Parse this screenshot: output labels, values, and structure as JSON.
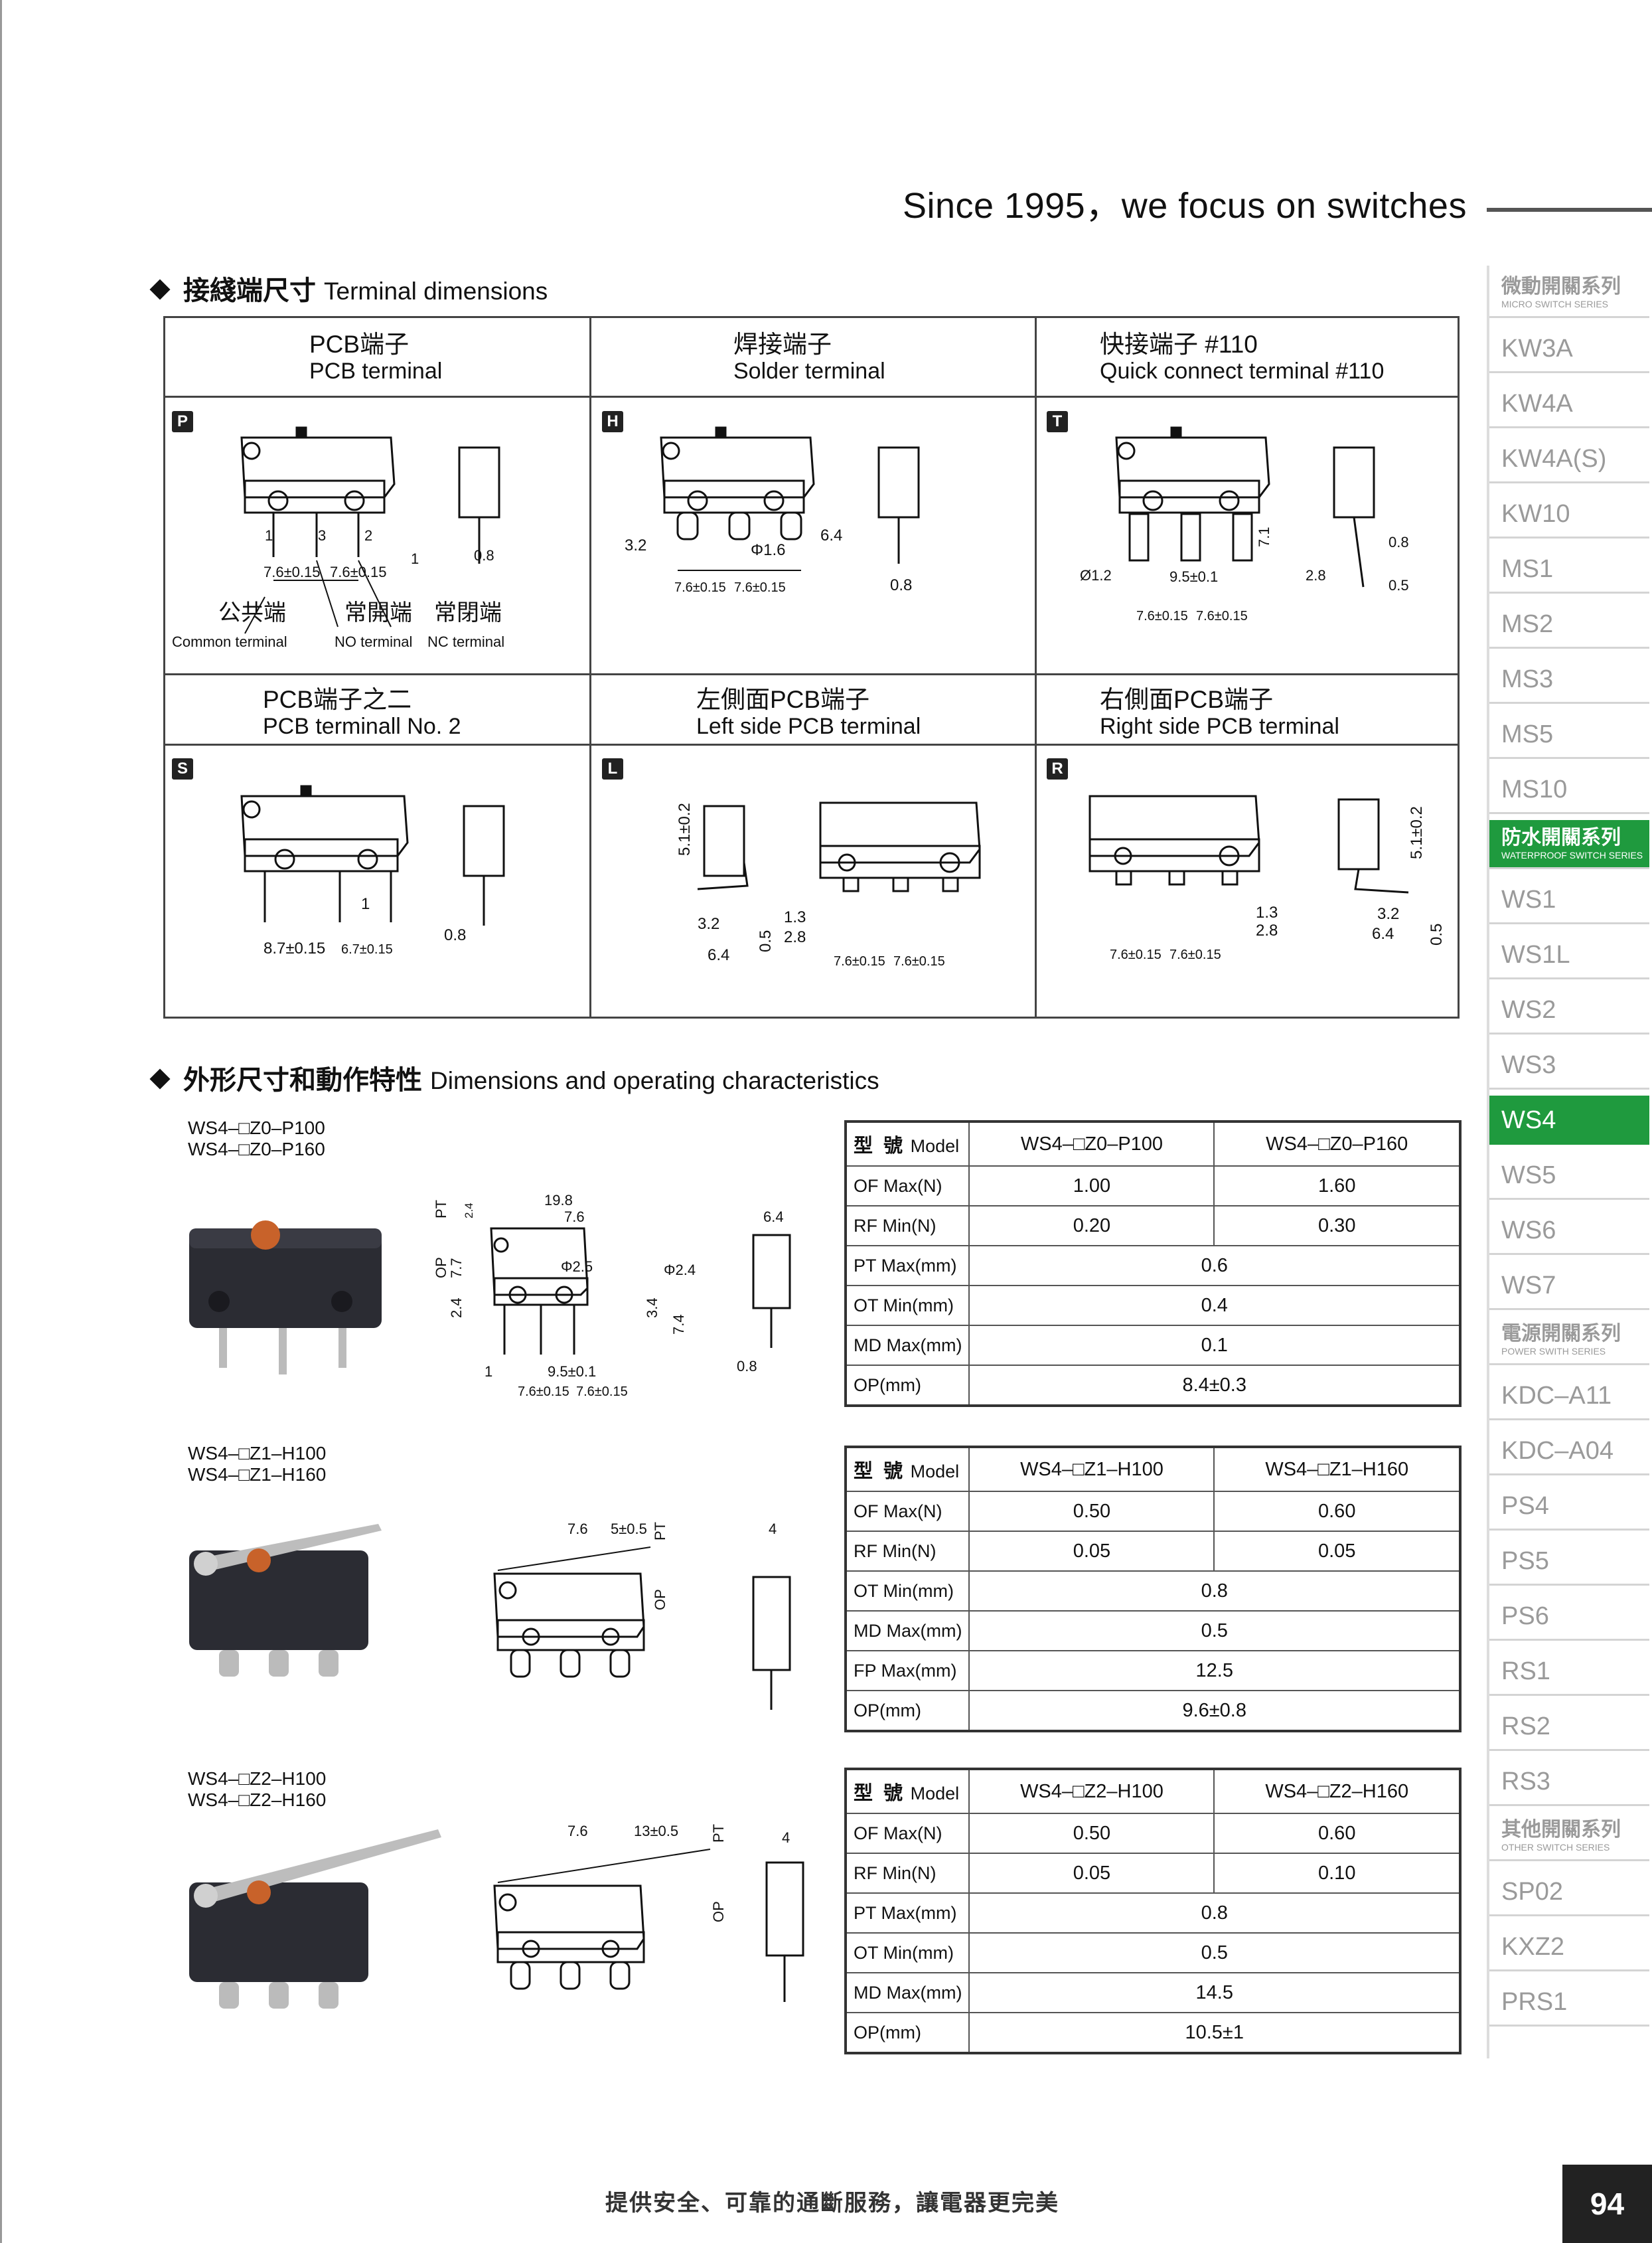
{
  "header": {
    "tagline": "Since 1995，we focus on switches"
  },
  "terminal_section": {
    "title_zh": "接綫端尺寸",
    "title_en": "Terminal dimensions"
  },
  "dims_section": {
    "title_zh": "外形尺寸和動作特性",
    "title_en": "Dimensions and operating characteristics"
  },
  "terminals": [
    {
      "code": "P",
      "zh": "PCB端子",
      "en": "PCB terminal",
      "dims": [
        "7.6±0.15",
        "7.6±0.15",
        "1",
        "0.8"
      ],
      "pins": [
        "1",
        "3",
        "2"
      ],
      "labels": [
        {
          "zh": "公共端",
          "en": "Common terminal"
        },
        {
          "zh": "常開端",
          "en": "NO terminal"
        },
        {
          "zh": "常閉端",
          "en": "NC terminal"
        }
      ]
    },
    {
      "code": "H",
      "zh": "焊接端子",
      "en": "Solder terminal",
      "dims": [
        "6.4",
        "3.2",
        "Φ1.6",
        "7.6±0.15",
        "7.6±0.15",
        "0.8"
      ]
    },
    {
      "code": "T",
      "zh": "快接端子 #110",
      "en": "Quick connect terminal #110",
      "dims": [
        "7.1",
        "0.8",
        "Ø1.2",
        "9.5±0.1",
        "2.8",
        "0.5",
        "7.6±0.15",
        "7.6±0.15"
      ]
    },
    {
      "code": "S",
      "zh": "PCB端子之二",
      "en": "PCB terminall No. 2",
      "dims": [
        "1",
        "8.7±0.15",
        "6.7±0.15",
        "0.8"
      ]
    },
    {
      "code": "L",
      "zh": "左側面PCB端子",
      "en": "Left side PCB terminal",
      "dims": [
        "5.1±0.2",
        "3.2",
        "6.4",
        "0.5",
        "1.3",
        "2.8",
        "7.6±0.15",
        "7.6±0.15"
      ]
    },
    {
      "code": "R",
      "zh": "右側面PCB端子",
      "en": "Right side PCB terminal",
      "dims": [
        "5.1±0.2",
        "1.3",
        "2.8",
        "7.6±0.15",
        "7.6±0.15",
        "3.2",
        "6.4",
        "0.5"
      ]
    }
  ],
  "models": [
    {
      "names": [
        "WS4–□Z0–P100",
        "WS4–□Z0–P160"
      ],
      "dims": [
        "PT",
        "2.4",
        "19.8",
        "7.6",
        "OP",
        "7.7",
        "Φ2.5",
        "Φ2.4",
        "2.4",
        "3.4",
        "7.4",
        "1",
        "9.5±0.1",
        "7.6±0.15",
        "7.6±0.15",
        "6.4",
        "0.8"
      ],
      "header": [
        "型 號",
        "Model",
        "WS4–□Z0–P100",
        "WS4–□Z0–P160"
      ],
      "rows": [
        {
          "label": "OF Max(N)",
          "a": "1.00",
          "b": "1.60"
        },
        {
          "label": "RF Min(N)",
          "a": "0.20",
          "b": "0.30"
        },
        {
          "label": "PT Max(mm)",
          "span": "0.6"
        },
        {
          "label": "OT Min(mm)",
          "span": "0.4"
        },
        {
          "label": "MD Max(mm)",
          "span": "0.1"
        },
        {
          "label": "OP(mm)",
          "span": "8.4±0.3"
        }
      ]
    },
    {
      "names": [
        "WS4–□Z1–H100",
        "WS4–□Z1–H160"
      ],
      "dims": [
        "7.6",
        "5±0.5",
        "PT",
        "OP",
        "4"
      ],
      "header": [
        "型 號",
        "Model",
        "WS4–□Z1–H100",
        "WS4–□Z1–H160"
      ],
      "rows": [
        {
          "label": "OF Max(N)",
          "a": "0.50",
          "b": "0.60"
        },
        {
          "label": "RF Min(N)",
          "a": "0.05",
          "b": "0.05"
        },
        {
          "label": "OT Min(mm)",
          "span": "0.8"
        },
        {
          "label": "MD Max(mm)",
          "span": "0.5"
        },
        {
          "label": "FP Max(mm)",
          "span": "12.5"
        },
        {
          "label": "OP(mm)",
          "span": "9.6±0.8"
        }
      ]
    },
    {
      "names": [
        "WS4–□Z2–H100",
        "WS4–□Z2–H160"
      ],
      "dims": [
        "7.6",
        "13±0.5",
        "PT",
        "OP",
        "4"
      ],
      "header": [
        "型 號",
        "Model",
        "WS4–□Z2–H100",
        "WS4–□Z2–H160"
      ],
      "rows": [
        {
          "label": "OF Max(N)",
          "a": "0.50",
          "b": "0.60"
        },
        {
          "label": "RF Min(N)",
          "a": "0.05",
          "b": "0.10"
        },
        {
          "label": "PT Max(mm)",
          "span": "0.8"
        },
        {
          "label": "OT Min(mm)",
          "span": "0.5"
        },
        {
          "label": "MD Max(mm)",
          "span": "14.5"
        },
        {
          "label": "OP(mm)",
          "span": "10.5±1"
        }
      ]
    }
  ],
  "sidebar": {
    "groups": [
      {
        "zh": "微動開關系列",
        "en": "MICRO SWITCH SERIES",
        "items": [
          "KW3A",
          "KW4A",
          "KW4A(S)",
          "KW10",
          "MS1",
          "MS2",
          "MS3",
          "MS5",
          "MS10"
        ]
      },
      {
        "zh": "防水開關系列",
        "en": "WATERPROOF SWITCH SERIES",
        "items": [
          "WS1",
          "WS1L",
          "WS2",
          "WS3",
          "WS4",
          "WS5",
          "WS6",
          "WS7"
        ]
      },
      {
        "zh": "電源開關系列",
        "en": "POWER SWITH SERIES",
        "items": [
          "KDC–A11",
          "KDC–A04",
          "PS4",
          "PS5",
          "PS6",
          "RS1",
          "RS2",
          "RS3"
        ]
      },
      {
        "zh": "其他開關系列",
        "en": "OTHER SWITCH SERIES",
        "items": [
          "SP02",
          "KXZ2",
          "PRS1"
        ]
      }
    ],
    "active_item": "WS4",
    "active_group": "防水開關系列",
    "accent": "#1f9a3e"
  },
  "footer": {
    "slogan": "提供安全、可靠的通斷服務，讓電器更完美",
    "page": "94"
  }
}
